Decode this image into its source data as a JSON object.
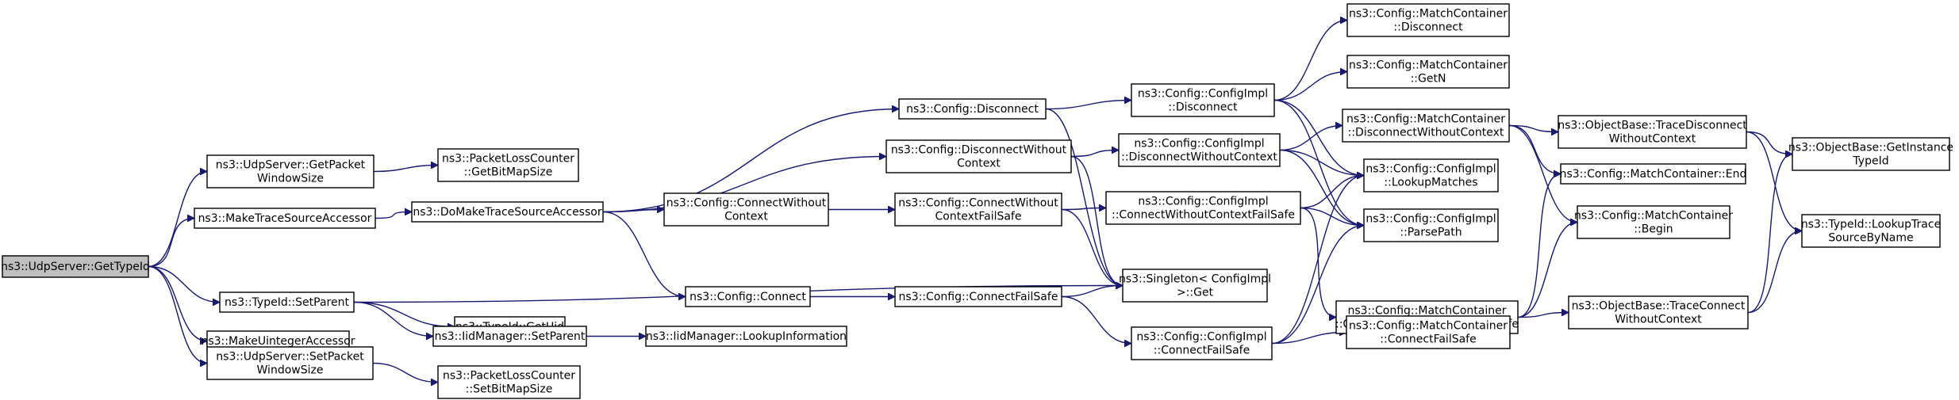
{
  "nodes": [
    {
      "id": "n0",
      "lines": [
        "ns3::UdpServer::GetTypeId"
      ],
      "root": true
    },
    {
      "id": "n1",
      "lines": [
        "ns3::UdpServer::GetPacket",
        "WindowSize"
      ]
    },
    {
      "id": "n2",
      "lines": [
        "ns3::PacketLossCounter",
        "::GetBitMapSize"
      ]
    },
    {
      "id": "n3",
      "lines": [
        "ns3::MakeTraceSourceAccessor"
      ]
    },
    {
      "id": "n4",
      "lines": [
        "ns3::DoMakeTraceSourceAccessor"
      ]
    },
    {
      "id": "n5",
      "lines": [
        "ns3::Config::Disconnect"
      ]
    },
    {
      "id": "n6",
      "lines": [
        "ns3::Config::ConfigImpl",
        "::Disconnect"
      ]
    },
    {
      "id": "n7",
      "lines": [
        "ns3::Config::MatchContainer",
        "::Disconnect"
      ]
    },
    {
      "id": "n8",
      "lines": [
        "ns3::Config::MatchContainer",
        "::GetN"
      ]
    },
    {
      "id": "n9",
      "lines": [
        "ns3::Config::ConfigImpl",
        "::LookupMatches"
      ]
    },
    {
      "id": "n10",
      "lines": [
        "ns3::Config::ConfigImpl",
        "::ParsePath"
      ]
    },
    {
      "id": "n11",
      "lines": [
        "ns3::Singleton< ConfigImpl",
        ">::Get"
      ]
    },
    {
      "id": "n12",
      "lines": [
        "ns3::Config::DisconnectWithout",
        "Context"
      ]
    },
    {
      "id": "n13",
      "lines": [
        "ns3::Config::ConfigImpl",
        "::DisconnectWithoutContext"
      ]
    },
    {
      "id": "n14",
      "lines": [
        "ns3::Config::MatchContainer",
        "::DisconnectWithoutContext"
      ]
    },
    {
      "id": "n15",
      "lines": [
        "ns3::ObjectBase::TraceDisconnect",
        "WithoutContext"
      ]
    },
    {
      "id": "n16",
      "lines": [
        "ns3::ObjectBase::GetInstance",
        "TypeId"
      ]
    },
    {
      "id": "n17",
      "lines": [
        "ns3::TypeId::LookupTrace",
        "SourceByName"
      ]
    },
    {
      "id": "n18",
      "lines": [
        "ns3::Config::MatchContainer::End"
      ]
    },
    {
      "id": "n19",
      "lines": [
        "ns3::Config::MatchContainer",
        "::Begin"
      ]
    },
    {
      "id": "n20",
      "lines": [
        "ns3::Config::ConnectWithout",
        "Context"
      ]
    },
    {
      "id": "n21",
      "lines": [
        "ns3::Config::ConnectWithout",
        "ContextFailSafe"
      ]
    },
    {
      "id": "n22",
      "lines": [
        "ns3::Config::ConfigImpl",
        "::ConnectWithoutContextFailSafe"
      ]
    },
    {
      "id": "n23",
      "lines": [
        "ns3::Config::MatchContainer",
        "::ConnectWithoutContextFailSafe"
      ]
    },
    {
      "id": "n24",
      "lines": [
        "ns3::ObjectBase::TraceConnect",
        "WithoutContext"
      ]
    },
    {
      "id": "n25",
      "lines": [
        "ns3::Config::Connect"
      ]
    },
    {
      "id": "n26",
      "lines": [
        "ns3::Config::ConnectFailSafe"
      ]
    },
    {
      "id": "n27",
      "lines": [
        "ns3::Config::ConfigImpl",
        "::ConnectFailSafe"
      ]
    },
    {
      "id": "n28",
      "lines": [
        "ns3::Config::MatchContainer",
        "::ConnectFailSafe"
      ]
    },
    {
      "id": "n29",
      "lines": [
        "ns3::TypeId::SetParent"
      ]
    },
    {
      "id": "n30",
      "lines": [
        "ns3::TypeId::GetUid"
      ]
    },
    {
      "id": "n31",
      "lines": [
        "ns3::IidManager::SetParent"
      ]
    },
    {
      "id": "n32",
      "lines": [
        "ns3::IidManager::LookupInformation"
      ]
    },
    {
      "id": "n33",
      "lines": [
        "ns3::MakeUintegerAccessor"
      ]
    },
    {
      "id": "n34",
      "lines": [
        "ns3::UdpServer::SetPacket",
        "WindowSize"
      ]
    },
    {
      "id": "n35",
      "lines": [
        "ns3::PacketLossCounter",
        "::SetBitMapSize"
      ]
    }
  ],
  "edges": [
    [
      "n0",
      "n1"
    ],
    [
      "n0",
      "n3"
    ],
    [
      "n0",
      "n29"
    ],
    [
      "n0",
      "n33"
    ],
    [
      "n0",
      "n34"
    ],
    [
      "n1",
      "n2"
    ],
    [
      "n3",
      "n4"
    ],
    [
      "n4",
      "n5"
    ],
    [
      "n4",
      "n12"
    ],
    [
      "n4",
      "n20"
    ],
    [
      "n4",
      "n25"
    ],
    [
      "n5",
      "n6"
    ],
    [
      "n5",
      "n11"
    ],
    [
      "n6",
      "n7"
    ],
    [
      "n6",
      "n8"
    ],
    [
      "n6",
      "n9"
    ],
    [
      "n6",
      "n10"
    ],
    [
      "n12",
      "n13"
    ],
    [
      "n12",
      "n11"
    ],
    [
      "n13",
      "n14"
    ],
    [
      "n13",
      "n9"
    ],
    [
      "n13",
      "n10"
    ],
    [
      "n14",
      "n15"
    ],
    [
      "n14",
      "n18"
    ],
    [
      "n14",
      "n19"
    ],
    [
      "n15",
      "n16"
    ],
    [
      "n15",
      "n17"
    ],
    [
      "n20",
      "n21"
    ],
    [
      "n21",
      "n22"
    ],
    [
      "n21",
      "n11"
    ],
    [
      "n22",
      "n9"
    ],
    [
      "n22",
      "n10"
    ],
    [
      "n22",
      "n23"
    ],
    [
      "n23",
      "n24"
    ],
    [
      "n23",
      "n18"
    ],
    [
      "n23",
      "n19"
    ],
    [
      "n24",
      "n16"
    ],
    [
      "n24",
      "n17"
    ],
    [
      "n25",
      "n26"
    ],
    [
      "n26",
      "n27"
    ],
    [
      "n26",
      "n11"
    ],
    [
      "n27",
      "n9"
    ],
    [
      "n27",
      "n10"
    ],
    [
      "n27",
      "n28"
    ],
    [
      "n29",
      "n30"
    ],
    [
      "n29",
      "n31"
    ],
    [
      "n29",
      "n11"
    ],
    [
      "n31",
      "n32"
    ],
    [
      "n34",
      "n35"
    ]
  ]
}
